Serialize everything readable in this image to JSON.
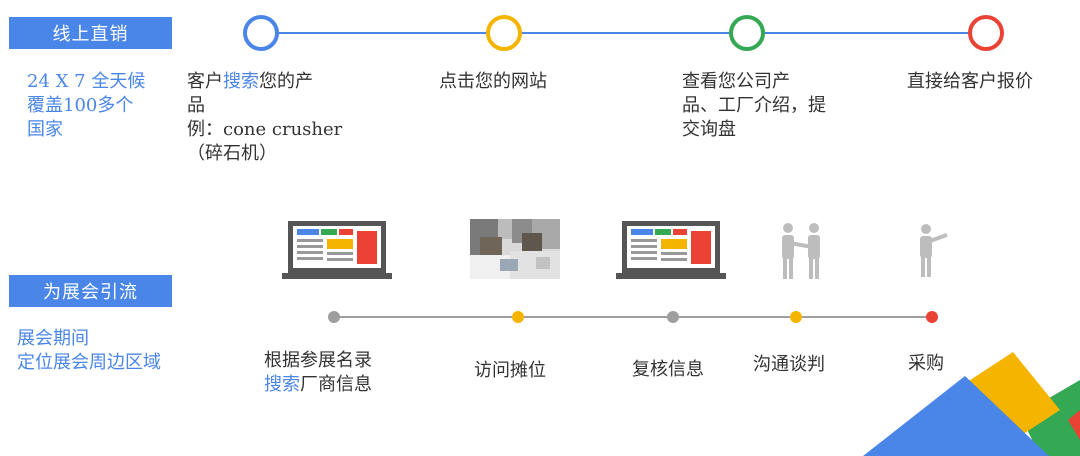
{
  "top_section": {
    "label": "线上直销",
    "side_lines": [
      "24 X 7 全天候",
      "覆盖100多个",
      "国家"
    ],
    "line_color": "#4a86e8",
    "steps": [
      {
        "ring_color": "#4a86e8",
        "lines": [
          {
            "pre": "客户",
            "hl": "搜索",
            "post": "您的产"
          },
          {
            "pre": "品",
            "hl": "",
            "post": ""
          },
          {
            "pre": "例：cone crusher",
            "hl": "",
            "post": ""
          },
          {
            "pre": "（碎石机）",
            "hl": "",
            "post": ""
          }
        ]
      },
      {
        "ring_color": "#f4b400",
        "lines": [
          {
            "pre": "点击您的网站",
            "hl": "",
            "post": ""
          }
        ]
      },
      {
        "ring_color": "#34a853",
        "lines": [
          {
            "pre": "查看您公司产",
            "hl": "",
            "post": ""
          },
          {
            "pre": "品、工厂介绍，提",
            "hl": "",
            "post": ""
          },
          {
            "pre": "交询盘",
            "hl": "",
            "post": ""
          }
        ]
      },
      {
        "ring_color": "#ea4335",
        "lines": [
          {
            "pre": "直接给客户报价",
            "hl": "",
            "post": ""
          }
        ]
      }
    ]
  },
  "bottom_section": {
    "label": "为展会引流",
    "side_lines": [
      "展会期间",
      "定位展会周边区域"
    ],
    "line_color": "#9e9e9e",
    "steps": [
      {
        "dot_color": "#9e9e9e",
        "icon": "laptop-icon",
        "lines": [
          {
            "pre": "根据参展名录",
            "hl": "",
            "post": ""
          },
          {
            "pre": "",
            "hl": "搜索",
            "post": "厂商信息"
          }
        ]
      },
      {
        "dot_color": "#f4b400",
        "icon": "meeting-photo",
        "lines": [
          {
            "pre": "访问摊位",
            "hl": "",
            "post": ""
          }
        ]
      },
      {
        "dot_color": "#9e9e9e",
        "icon": "laptop-icon",
        "lines": [
          {
            "pre": "复核信息",
            "hl": "",
            "post": ""
          }
        ]
      },
      {
        "dot_color": "#f4b400",
        "icon": "handshake-icon",
        "lines": [
          {
            "pre": "沟通谈判",
            "hl": "",
            "post": ""
          }
        ]
      },
      {
        "dot_color": "#ea4335",
        "icon": "person-pointing-icon",
        "lines": [
          {
            "pre": "采购",
            "hl": "",
            "post": ""
          }
        ]
      }
    ]
  },
  "colors": {
    "blue": "#4a86e8",
    "yellow": "#f4b400",
    "green": "#34a853",
    "red": "#ea4335",
    "gray": "#9e9e9e"
  }
}
